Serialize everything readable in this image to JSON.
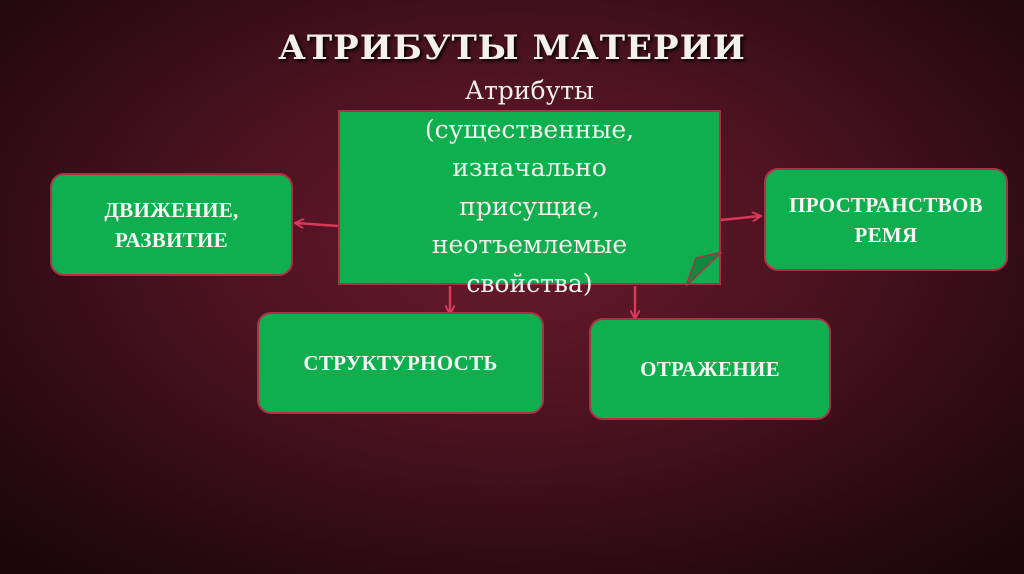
{
  "title": "АТРИБУТЫ МАТЕРИИ",
  "center": {
    "lines": [
      "Атрибуты",
      "(существенные,",
      "изначально",
      "присущие,",
      "неотъемлемые",
      "свойства)"
    ]
  },
  "nodes": {
    "motion": "ДВИЖЕНИЕ, РАЗВИТИЕ",
    "space_time": "ПРОСТРАНСТВОВ РЕМЯ",
    "structure": "СТРУКТУРНОСТЬ",
    "reflection": "ОТРАЖЕНИЕ"
  },
  "colors": {
    "box_fill": "#0fae4f",
    "box_border": "#b03048",
    "arrow": "#d8385a",
    "background": "#4a1220",
    "text": "#f6f6f2"
  }
}
